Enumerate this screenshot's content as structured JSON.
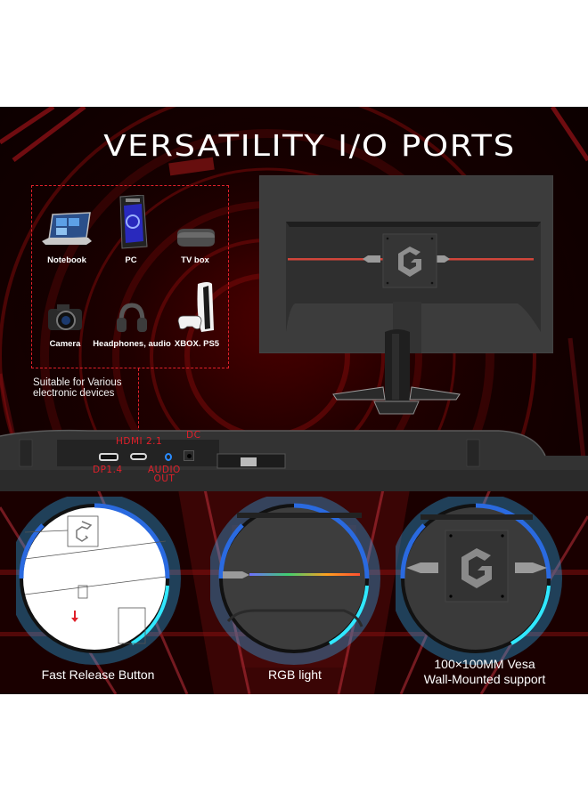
{
  "banner": {
    "title": "VERSATILITY I/O PORTS",
    "accent_color": "#e0202a",
    "glow_color": "#2fb8ff"
  },
  "devices": {
    "items": [
      {
        "label": "Notebook",
        "icon": "laptop-icon"
      },
      {
        "label": "PC",
        "icon": "desktop-tower-icon"
      },
      {
        "label": "TV box",
        "icon": "tv-box-icon"
      },
      {
        "label": "Camera",
        "icon": "camera-icon"
      },
      {
        "label": "Headphones, audio",
        "icon": "headphones-icon"
      },
      {
        "label": "XBOX.   PS5",
        "icon": "game-console-icon"
      }
    ],
    "caption_line1": "Suitable for Various",
    "caption_line2": "electronic devices"
  },
  "ports": {
    "hdmi": "HDMI 2.1",
    "dc": "DC",
    "dp": "DP1.4",
    "audio_line1": "AUDIO",
    "audio_line2": "OUT"
  },
  "features": [
    {
      "label": "Fast Release Button"
    },
    {
      "label": "RGB light"
    },
    {
      "label_line1": "100×100MM Vesa",
      "label_line2": "Wall-Mounted support"
    }
  ]
}
